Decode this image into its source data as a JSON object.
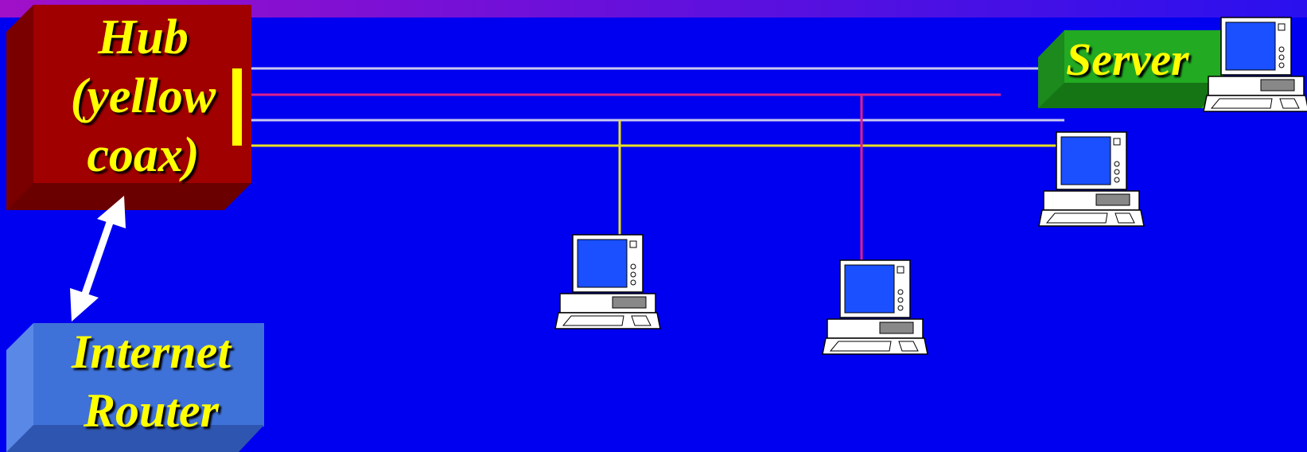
{
  "labels": {
    "hub": "Hub\n(yellow\ncoax)",
    "router": "Internet\nRouter",
    "server": "Server"
  },
  "colors": {
    "background": "#0000f0",
    "hub_block": "#a00000",
    "router_block": "#3f72d8",
    "server_block": "#22aa22",
    "label_text": "#ffff00",
    "cable_white": "#c8c8f0",
    "cable_magenta": "#e0208a",
    "cable_yellow": "#e8e020",
    "monitor_screen": "#1a50ff"
  },
  "icons": [
    "desktop-computer-icon",
    "double-arrow-icon"
  ]
}
